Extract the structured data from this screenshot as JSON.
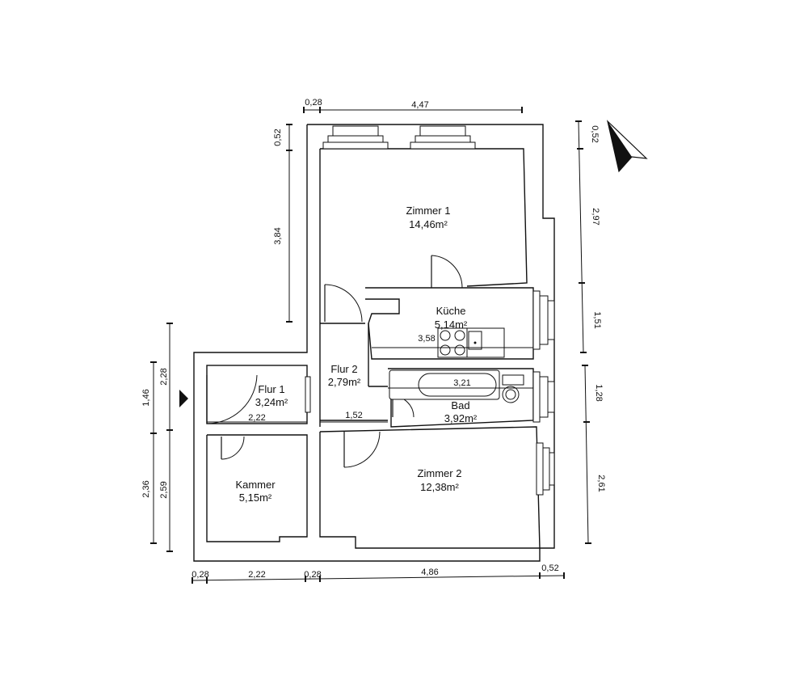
{
  "rooms": {
    "zimmer1": {
      "name": "Zimmer 1",
      "area": "14,46m²"
    },
    "kueche": {
      "name": "Küche",
      "area": "5,14m²"
    },
    "flur2": {
      "name": "Flur 2",
      "area": "2,79m²"
    },
    "flur1": {
      "name": "Flur 1",
      "area": "3,24m²"
    },
    "bad": {
      "name": "Bad",
      "area": "3,92m²"
    },
    "kammer": {
      "name": "Kammer",
      "area": "5,15m²"
    },
    "zimmer2": {
      "name": "Zimmer 2",
      "area": "12,38m²"
    }
  },
  "dimensions": {
    "top": [
      "0,28",
      "4,47"
    ],
    "left_upper": [
      "0,52",
      "3,84"
    ],
    "left_outer": [
      "2,28",
      "2,59"
    ],
    "left_inner": [
      "1,46",
      "2,36"
    ],
    "right": [
      "0,52",
      "2,97",
      "1,51",
      "1,28",
      "2,61"
    ],
    "bottom": [
      "0,28",
      "2,22",
      "0,28",
      "4,86",
      "0,52"
    ],
    "interior": {
      "kueche_width": "3,58",
      "bad_width": "3,21",
      "flur1_width": "2,22",
      "flur2_width": "1,52"
    }
  }
}
